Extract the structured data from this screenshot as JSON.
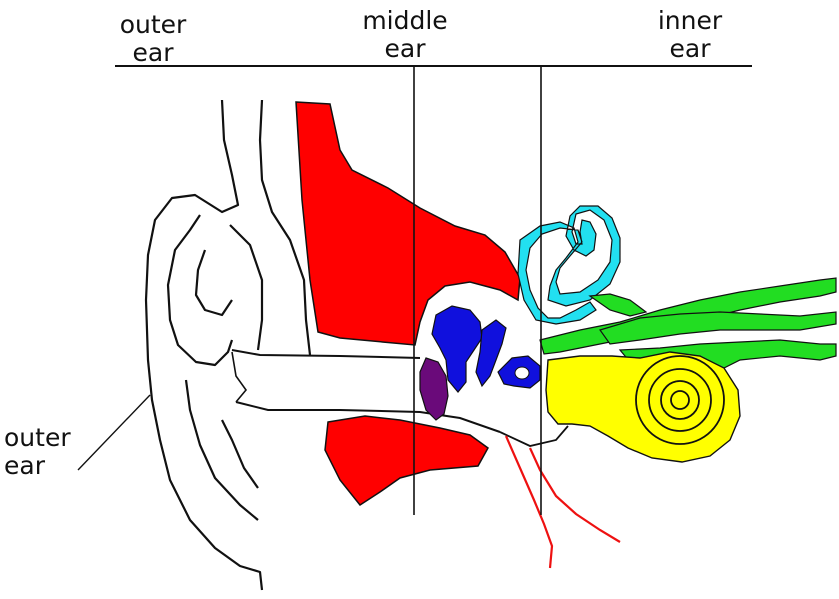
{
  "labels": {
    "outer_top_line1": "outer",
    "outer_top_line2": "ear",
    "middle_top_line1": "middle",
    "middle_top_line2": "ear",
    "inner_top_line1": "inner",
    "inner_top_line2": "ear",
    "outer_side_line1": "outer",
    "outer_side_line2": "ear"
  },
  "colors": {
    "bone_red": "#ff0000",
    "ossicle_blue": "#1010dd",
    "eardrum_purple": "#6a0a7a",
    "semicircular_cyan": "#22e0f0",
    "nerve_green": "#22dd22",
    "cochlea_yellow": "#ffff00",
    "outline": "#111111",
    "vessel_red": "#ee1111"
  }
}
